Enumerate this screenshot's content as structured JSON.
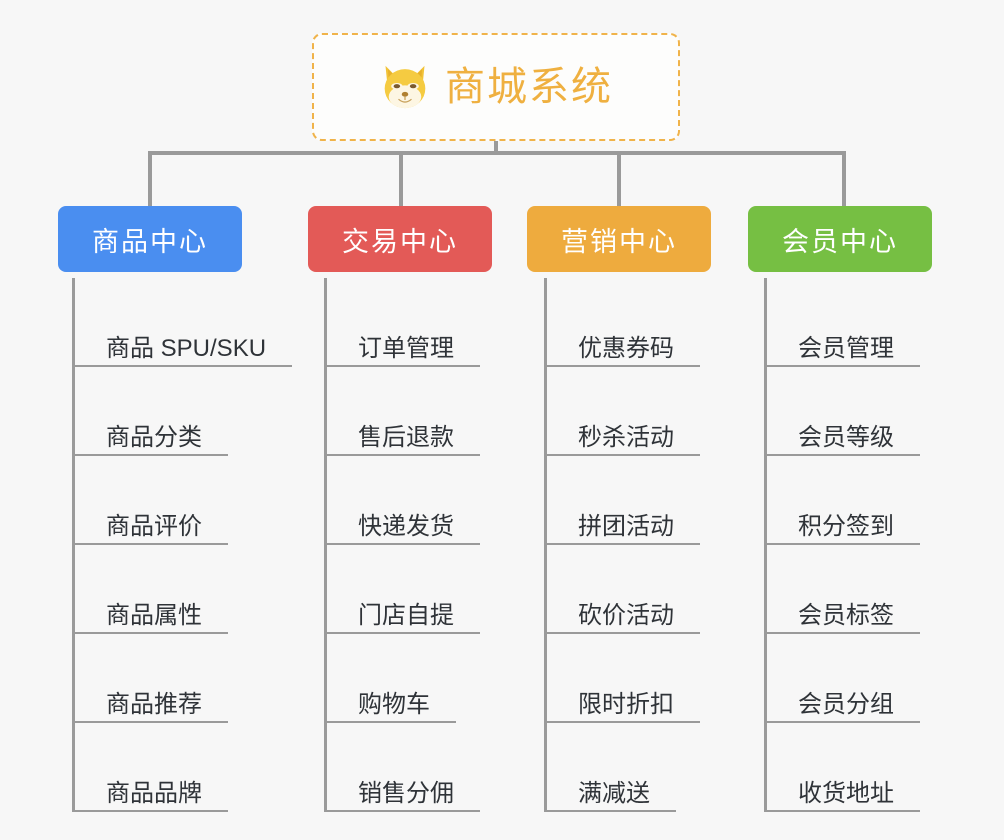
{
  "root": {
    "title": "商城系统",
    "logo_icon": "shiba-dog-icon",
    "border_color": "#f0b34a",
    "text_color": "#efb040"
  },
  "connector_color": "#9a9a9a",
  "background_color": "#f7f7f7",
  "categories": [
    {
      "label": "商品中心",
      "color": "#4a8ef0",
      "items": [
        "商品 SPU/SKU",
        "商品分类",
        "商品评价",
        "商品属性",
        "商品推荐",
        "商品品牌"
      ]
    },
    {
      "label": "交易中心",
      "color": "#e35a57",
      "items": [
        "订单管理",
        "售后退款",
        "快递发货",
        "门店自提",
        "购物车",
        "销售分佣"
      ]
    },
    {
      "label": "营销中心",
      "color": "#eeab3e",
      "items": [
        "优惠券码",
        "秒杀活动",
        "拼团活动",
        "砍价活动",
        "限时折扣",
        "满减送"
      ]
    },
    {
      "label": "会员中心",
      "color": "#76bf43",
      "items": [
        "会员管理",
        "会员等级",
        "积分签到",
        "会员标签",
        "会员分组",
        "收货地址"
      ]
    }
  ]
}
